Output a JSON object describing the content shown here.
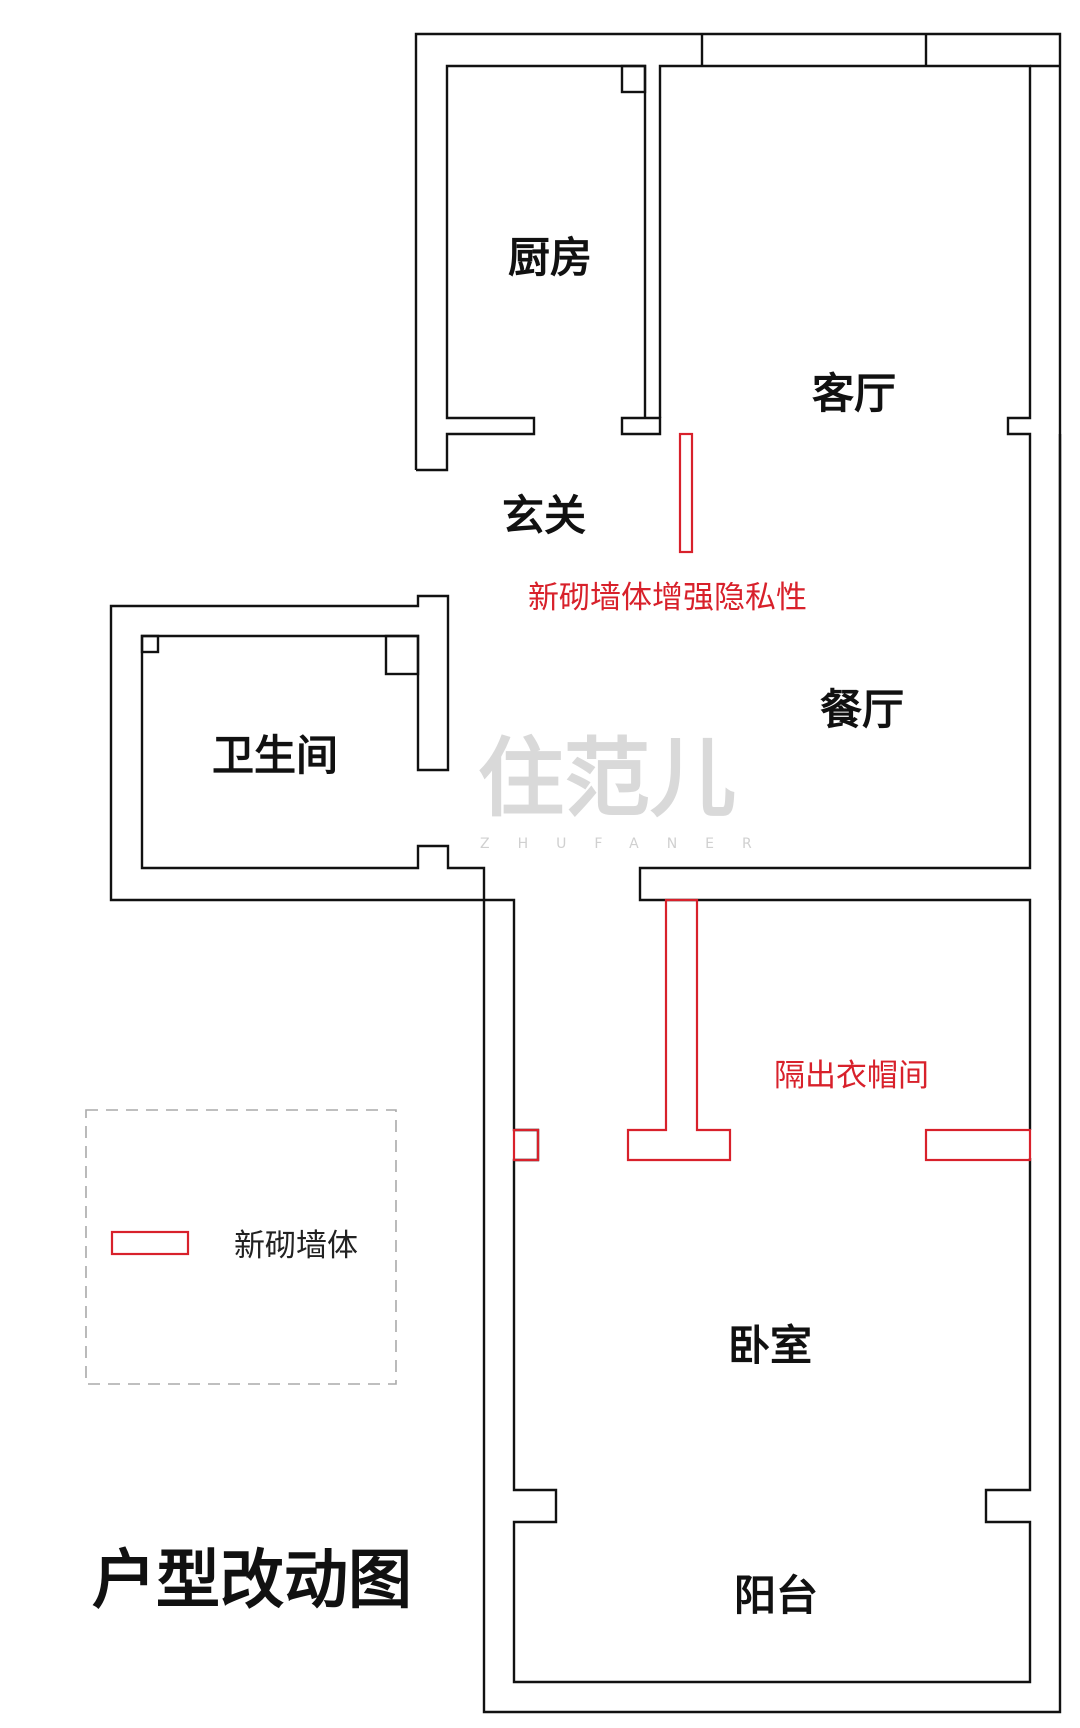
{
  "rooms": {
    "kitchen": "厨房",
    "living_room": "客厅",
    "entrance": "玄关",
    "dining_room": "餐厅",
    "bathroom": "卫生间",
    "bedroom": "卧室",
    "balcony": "阳台"
  },
  "annotations": {
    "privacy_wall": "新砌墙体增强隐私性",
    "cloakroom": "隔出衣帽间"
  },
  "legend": {
    "new_wall": "新砌墙体"
  },
  "title": "户型改动图",
  "watermark": {
    "main": "住范儿",
    "sub": "ZHUFANER"
  },
  "colors": {
    "wall": "#111111",
    "new_wall": "#d8212b",
    "background": "#ffffff"
  }
}
